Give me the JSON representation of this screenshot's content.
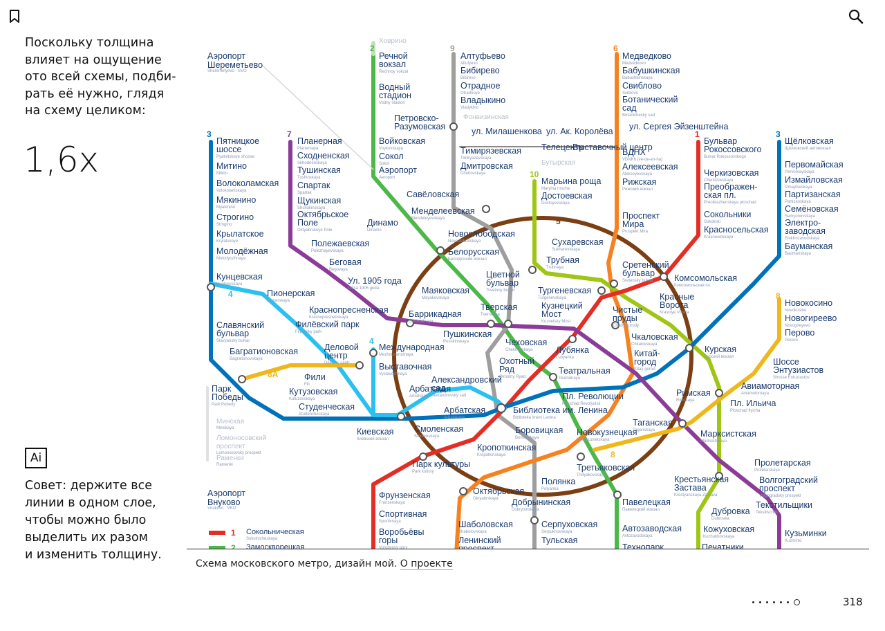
{
  "icons": {
    "bookmark": "bookmark-icon",
    "search": "search-icon"
  },
  "intro_text": "Поскольку толщина\nвлияет на ощущение\nото всей схемы, подби-\nрать её нужно, глядя\nна схему целиком:",
  "scale_value": "1,6x",
  "ai_badge": "Ai",
  "tip_text": "Совет: держите все\nлинии в одном слое,\nчтобы можно было\nвыделить их разом\nи изменить толщину.",
  "caption": {
    "text": "Схема московского метро, дизайн мой. ",
    "link": "О проекте"
  },
  "page_number": "318",
  "pagination": {
    "total": 7,
    "current": 7
  },
  "colors": {
    "l1": "#e42d24",
    "l2": "#4cb849",
    "l3": "#0072ba",
    "l4": "#2ac0ef",
    "l5": "#7b3f12",
    "l6": "#f7811f",
    "l7": "#8a3c97",
    "l8": "#f0b71c",
    "l9": "#9e9e9e",
    "l10": "#9fc515",
    "text": "#1a3b6e",
    "muted": "#8a99b3"
  },
  "map": {
    "line_numbers": {
      "l2": "2",
      "l9": "9",
      "l6": "6",
      "l3w": "3",
      "l7": "7",
      "l10": "10",
      "l1": "1",
      "l3e": "3",
      "l5": "5",
      "l4w": "4",
      "l4c": "4",
      "l8e": "8",
      "l8c": "8",
      "l8a": "8A"
    },
    "airports": {
      "sheremetyevo": "Аэропорт\nШереметьево",
      "sheremetyevo_sub": "Sheremetyevo · SVO",
      "vnukovo": "Аэропорт\nВнуково",
      "vnukovo_sub": "Vnukovo · VKO"
    },
    "stations": {
      "khovrino": "Ховрино",
      "rechnoy": "Речной\nвокзал",
      "rechnoy_sub": "Rechnoy vokzal",
      "vodny": "Водный\nстадион",
      "vodny_sub": "Vodny stadion",
      "voykovskaya": "Войковская",
      "voykovskaya_sub": "Voykovskaya",
      "sokol": "Сокол",
      "sokol_sub": "Sokol",
      "aeroport": "Аэропорт",
      "aeroport_sub": "Aeroport",
      "dinamo": "Динамо",
      "dinamo_sub": "Dinamo",
      "altufyevo": "Алтуфьево",
      "altufyevo_sub": "Altufyevo",
      "bibirevo": "Бибирево",
      "bibirevo_sub": "Bibirevo",
      "otradnoe": "Отрадное",
      "otradnoe_sub": "Otradnoye",
      "vladykino": "Владыкино",
      "vladykino_sub": "Vladykino",
      "petrovsko": "Петровско-\nРазумовская",
      "fonvizinskaya": "Фонвизинская",
      "milashenkova": "ул. Милашенкова",
      "korolyova": "ул. Ак. Королёва",
      "eisenstein": "ул. Сергея Эйзенштейна",
      "timiryazevskaya": "Тимирязевская",
      "timiryazevskaya_sub": "Timiryazevskaya",
      "dmitrovskaya": "Дмитровская",
      "dmitrovskaya_sub": "Dmitrovskaya",
      "telecentre": "Телецентр",
      "vystavochny": "Выставочный центр",
      "butyrskaya": "Бутырская",
      "savyolovskaya": "Савёловская",
      "mendeleevskaya": "Менделеевская",
      "mendeleevskaya_sub": "Mendeleyevskaya",
      "medvedkovo": "Медведково",
      "medvedkovo_sub": "Medvedkovo",
      "babushkinskaya": "Бабушкинская",
      "babushkinskaya_sub": "Babushkinskaya",
      "sviblovo": "Свиблово",
      "sviblovo_sub": "Sviblovo",
      "botanichesky": "Ботанический\nсад",
      "botanichesky_sub": "Botanichesky sad",
      "vdnkh": "ВДНХ",
      "vdnkh_sub": "VDNKh (ve-de-en-ha)",
      "alekseevskaya": "Алексеевская",
      "alekseevskaya_sub": "Alekseyevskaya",
      "rizhskaya": "Рижская",
      "rizhskaya_sub": "Рижский вокзал",
      "prospekt_mira": "Проспект\nМира",
      "prospekt_mira_sub": "Prospekt Mira",
      "maryina_roshcha": "Марьина роща",
      "maryina_roshcha_sub": "Maryina roscha",
      "dostoevskaya": "Достоевская",
      "dostoevskaya_sub": "Dostoyevskaya",
      "pyatnitskoe": "Пятницкое\nшоссе",
      "pyatnitskoe_sub": "Pyatnitskoye shosse",
      "mitino": "Митино",
      "mitino_sub": "Mitino",
      "volokolamskaya": "Волоколамская",
      "volokolamskaya_sub": "Volokolamskaya",
      "myakinino": "Мякинино",
      "myakinino_sub": "Myakinino",
      "strogino": "Строгино",
      "strogino_sub": "Strogino",
      "krylatskoe": "Крылатское",
      "krylatskoe_sub": "Krylatskoye",
      "molodyozhnaya": "Молодёжная",
      "molodyozhnaya_sub": "Molodyozhnaya",
      "kuntsevskaya": "Кунцевская",
      "kuntsevskaya_sub": "Kuntsevskaya",
      "planernaya": "Планерная",
      "planernaya_sub": "Planernaya",
      "skhodnenskaya": "Сходненская",
      "skhodnenskaya_sub": "Skhodnenskaya",
      "tushinskaya": "Тушинская",
      "tushinskaya_sub": "Tushinskaya",
      "spartak": "Спартак",
      "spartak_sub": "Spartak",
      "shchukinskaya": "Щукинская",
      "shchukinskaya_sub": "Shchukinskaya",
      "oktyabrskoe_pole": "Октябрьское\nПоле",
      "oktyabrskoe_pole_sub": "Oktyabrskoye Pole",
      "polezhaevskaya": "Полежаевская",
      "polezhaevskaya_sub": "Polezhayevskaya",
      "begovaya": "Беговая",
      "begovaya_sub": "Begovaya",
      "ul1905": "Ул. 1905 года",
      "ul1905_sub": "Ulitsa 1905 goda",
      "bulvar_rokossovskogo": "Бульвар\nРокоссовского",
      "bulvar_rokossovskogo_sub": "Bulvar Rokossovskogo",
      "cherkizovskaya": "Черкизовская",
      "cherkizovskaya_sub": "Cherkizovskaya",
      "preobrazhenskaya": "Преображен-\nская пл.",
      "preobrazhenskaya_sub": "Preobrazhenskaya ploschad",
      "sokolniki": "Сокольники",
      "sokolniki_sub": "Sokolniki",
      "krasnoselskaya": "Красносельская",
      "krasnoselskaya_sub": "Krasnoselskaya",
      "shchyolkovskaya": "Щёлковская",
      "shchyolkovskaya_sub": "Щёлковский автовокзал",
      "pervomayskaya": "Первомайская",
      "pervomayskaya_sub": "Pervomayskaya",
      "izmaylovskaya": "Измайловская",
      "izmaylovskaya_sub": "Izmaylovskaya",
      "partizanskaya": "Партизанская",
      "partizanskaya_sub": "Partizanskaya",
      "semyonovskaya": "Семёновская",
      "semyonovskaya_sub": "Semyonovskaya",
      "elektrozavodskaya": "Электро-\nзаводская",
      "elektrozavodskaya_sub": "Elektrozavodskaya",
      "baumanskaya": "Бауманская",
      "baumanskaya_sub": "Baumanskaya",
      "novoslobodskaya": "Новослободская",
      "novoslobodskaya_sub": "Novoslobodskaya",
      "belorusskaya": "Белорусская",
      "belorusskaya_sub": "Белорусский вокзал",
      "sukharevskaya": "Сухаревская",
      "sukharevskaya_sub": "Sukharevskaya",
      "trubnaya": "Трубная",
      "trubnaya_sub": "Trubnaya",
      "tsvetnoy": "Цветной\nбульвар",
      "tsvetnoy_sub": "Tsvetnoy bulvar",
      "sretensky": "Сретенский\nбульвар",
      "sretensky_sub": "Sretensky bulvar",
      "komsomolskaya": "Комсомольская",
      "komsomolskaya_sub": "Комсомольская пл.",
      "turgenevskaya": "Тургеневская",
      "turgenevskaya_sub": "Turgenevskaya",
      "chistye_prudy": "Чистые\nпруды",
      "chistye_prudy_sub": "Chistiye prudy",
      "krasnye_vorota": "Красные\nВорота",
      "krasnye_vorota_sub": "Krasniye Vorota",
      "mayakovskaya": "Маяковская",
      "mayakovskaya_sub": "Mayakovskaya",
      "tverskaya": "Тверская",
      "tverskaya_sub": "Tverskaya",
      "kuznetsky": "Кузнецкий\nМост",
      "kuznetsky_sub": "Kuznetsky Most",
      "pushkinskaya": "Пушкинская",
      "pushkinskaya_sub": "Pushkinskaya",
      "barrikadnaya": "Баррикадная",
      "barrikadnaya_sub": "Barrikadnaya",
      "krasnopresnenskaya": "Краснопресненская",
      "krasnopresnenskaya_sub": "Krasnopresnenskaya",
      "chekhovskaya": "Чеховская",
      "chekhovskaya_sub": "Chekhovskaya",
      "lubyanka": "Лубянка",
      "lubyanka_sub": "Lubyanka",
      "okhotny_ryad": "Охотный\nРяд",
      "okhotny_ryad_sub": "Okhotny Ryad",
      "teatralnaya": "Театральная",
      "teatralnaya_sub": "Teatralnaya",
      "kitay_gorod": "Китай-\nгород",
      "kitay_gorod_sub": "Kitay-gorod",
      "chkalovskaya": "Чкаловская",
      "chkalovskaya_sub": "Chkalovskaya",
      "kurskaya": "Курская",
      "kurskaya_sub": "Курский вокзал",
      "novokosino": "Новокосино",
      "novokosino_sub": "Novokosino",
      "novogireevo": "Новогиреево",
      "novogireevo_sub": "Novogireyevo",
      "perovo": "Перово",
      "perovo_sub": "Perovo",
      "shosse_entuziastov": "Шоссе\nЭнтузиастов",
      "shosse_entuziastov_sub": "Shosse Entuziastov",
      "aviamotornaya": "Авиамоторная",
      "aviamotornaya_sub": "Aviamotornaya",
      "pl_ilyicha": "Пл. Ильича",
      "pl_ilyicha_sub": "Ploschad Ilyicha",
      "rimskaya": "Римская",
      "rimskaya_sub": "Rimskaya",
      "slavyansky": "Славянский\nбульвар",
      "slavyansky_sub": "Slavyansky bulvar",
      "pionerskaya": "Пионерская",
      "pionerskaya_sub": "Pionerskaya",
      "filyovsky": "Филёвский парк",
      "filyovsky_sub": "Filyovsky park",
      "bagrationovskaya": "Багратионовская",
      "bagrationovskaya_sub": "Bagrationovskaya",
      "delovoy": "Деловой\nцентр",
      "delovoy_sub": "Delovoy centr",
      "mezhdunarodnaya": "Международная",
      "mezhdunarodnaya_sub": "Mezhdunarodnaya",
      "vystavochnaya": "Выставочная",
      "vystavochnaya_sub": "Vystavochnaya",
      "fili": "Фили",
      "fili_sub": "Fili",
      "kutuzovskaya": "Кутузовская",
      "kutuzovskaya_sub": "Kutuzovskaya",
      "park_pobedy": "Парк\nПобеды",
      "park_pobedy_sub": "Park Pobedy",
      "studencheskaya": "Студенческая",
      "studencheskaya_sub": "Studencheskaya",
      "aleksandrovsky": "Александровский\nсад",
      "aleksandrovsky_sub": "Alexandrovsky sad",
      "arbatskaya_l4": "Арбатская",
      "arbatskaya_l4_sub": "Arbatskaya",
      "arbatskaya_l3": "Арбатская",
      "arbatskaya_l3_sub": "Arbatskaya",
      "pl_revolyutsii": "Пл. Революции",
      "pl_revolyutsii_sub": "Ploschad Revolyutsii",
      "biblioteka": "Библиотека им. Ленина",
      "biblioteka_sub": "Biblioteka imeni Lenina",
      "smolenskaya": "Смоленская",
      "smolenskaya_sub": "Smolenskaya",
      "kievskaya": "Киевская",
      "kievskaya_sub": "Киевский вокзал",
      "borovitskaya": "Боровицкая",
      "borovitskaya_sub": "Borovitskaya",
      "kropotkinskaya": "Кропоткинская",
      "kropotkinskaya_sub": "Kropotkinskaya",
      "park_kultury": "Парк культуры",
      "park_kultury_sub": "Park kultury",
      "minskaya": "Минская",
      "minskaya_sub": "Minskaya",
      "lomonosovsky": "Ломоносовский\nпроспект",
      "lomonosovsky_sub": "Lomonosovsky prospekt",
      "ramenki": "Раменки",
      "ramenki_sub": "Ramenki",
      "taganskaya": "Таганская",
      "taganskaya_sub": "Taganskaya",
      "marksistskaya": "Марксистская",
      "marksistskaya_sub": "Marksistskaya",
      "novokuznetskaya": "Новокузнецкая",
      "novokuznetskaya_sub": "Novokuznetskaya",
      "tretyakovskaya": "Третьяковская",
      "tretyakovskaya_sub": "Tretyakovskaya",
      "proletarskaya": "Пролетарская",
      "proletarskaya_sub": "Proletarskaya",
      "volgogradsky": "Волгоградский\nпроспект",
      "volgogradsky_sub": "Volgogradsky prospekt",
      "krestyanskaya": "Крестьянская\nЗастава",
      "krestyanskaya_sub": "Krestyanskaya Zastava",
      "tekstilshchiki": "Текстильщики",
      "tekstilshchiki_sub": "Tekstilschiki",
      "kuzminki": "Кузьминки",
      "kuzminki_sub": "Kuzminki",
      "dubrovka": "Дубровка",
      "dubrovka_sub": "Dubrovka",
      "kozhukhovskaya": "Кожуховская",
      "kozhukhovskaya_sub": "Kozhukhovskaya",
      "pechatniki": "Печатники",
      "frunzenskaya": "Фрунзенская",
      "frunzenskaya_sub": "Frunzenskaya",
      "sportivnaya": "Спортивная",
      "sportivnaya_sub": "Sportivnaya",
      "vorobyovy": "Воробьёвы\nгоры",
      "vorobyovy_sub": "Vorobyovy gory",
      "oktyabrskaya": "Октябрьская",
      "oktyabrskaya_sub": "Oktyabrskaya",
      "polyanka": "Полянка",
      "polyanka_sub": "Polyanka",
      "dobryninskaya": "Добрынинская",
      "dobryninskaya_sub": "Dobryninskaya",
      "shabolovskaya": "Шаболовская",
      "shabolovskaya_sub": "Shabolovskaya",
      "leninsky": "Ленинский\nпроспект",
      "serpukhovskaya": "Серпуховская",
      "serpukhovskaya_sub": "Serpukhovskaya",
      "tulskaya": "Тульская",
      "paveletskaya": "Павелецкая",
      "paveletskaya_sub": "Павелецкий вокзал",
      "avtozavodskaya": "Автозаводская",
      "avtozavodskaya_sub": "Avtozavodskaya",
      "tekhnopark": "Технопарк"
    },
    "legend": [
      {
        "num": "1",
        "name": "Сокольническая",
        "sub": "Sokolnicheskaya"
      },
      {
        "num": "2",
        "name": "Замоскворецкая"
      }
    ]
  }
}
